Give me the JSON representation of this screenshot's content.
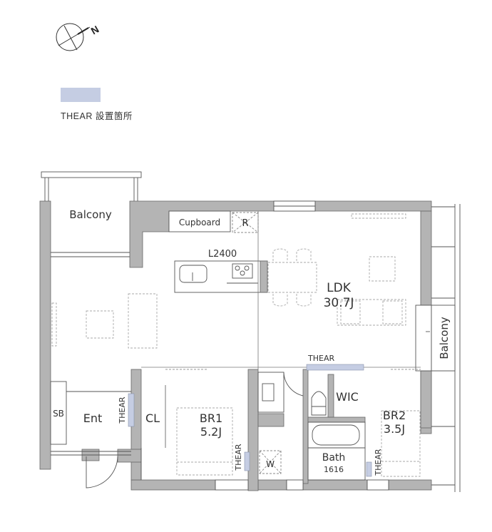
{
  "compass": {
    "icon": "north-arrow-icon",
    "label": "N"
  },
  "legend": {
    "swatch_color": "#c5cde3",
    "label": "THEAR 設置箇所"
  },
  "colors": {
    "wall": "#b4b4b4",
    "line": "#555555",
    "thear": "#c5cde3",
    "furniture_dash": "#aaaaaa"
  },
  "rooms": {
    "balcony_top": {
      "label": "Balcony"
    },
    "cupboard": {
      "label": "Cupboard"
    },
    "refrigerator": {
      "label": "R"
    },
    "kitchen": {
      "label": "L2400"
    },
    "ldk": {
      "label": "LDK",
      "size": "30.7J"
    },
    "balcony_right": {
      "label": "Balcony"
    },
    "entrance": {
      "label": "Ent"
    },
    "shoe_box": {
      "label": "SB"
    },
    "closet": {
      "label": "CL"
    },
    "br1": {
      "label": "BR1",
      "size": "5.2J"
    },
    "washer": {
      "label": "W"
    },
    "wic": {
      "label": "WIC"
    },
    "bath": {
      "label": "Bath",
      "size": "1616"
    },
    "br2": {
      "label": "BR2",
      "size": "3.5J"
    }
  },
  "thear_labels": {
    "entrance": "THEAR",
    "br1": "THEAR",
    "ldk": "THEAR",
    "br2": "THEAR"
  }
}
